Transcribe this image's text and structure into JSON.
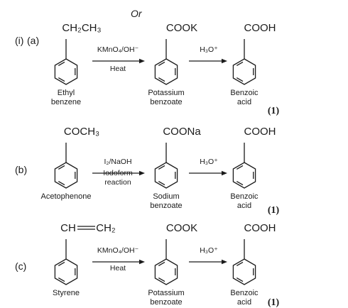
{
  "header": "Or",
  "part_label": "(i)",
  "reactions": [
    {
      "id": "a",
      "label": "(a)",
      "reactant": {
        "formula": "CH₂CH₃",
        "name": [
          "Ethyl",
          "benzene"
        ],
        "bond": "single"
      },
      "step1": {
        "reagent": "KMnO₄/OH⁻",
        "condition": [
          "Heat"
        ]
      },
      "intermediate": {
        "formula": "COOK",
        "name": [
          "Potassium",
          "benzoate"
        ]
      },
      "step2": {
        "reagent": "H₃O⁺"
      },
      "product": {
        "formula": "COOH",
        "name": [
          "Benzoic",
          "acid"
        ]
      },
      "mark": "(1)"
    },
    {
      "id": "b",
      "label": "(b)",
      "reactant": {
        "formula": "COCH₃",
        "name": [
          "Acetophenone"
        ],
        "bond": "single"
      },
      "step1": {
        "reagent": "I₂/NaOH",
        "condition": [
          "Iodoform",
          "reaction"
        ]
      },
      "intermediate": {
        "formula": "COONa",
        "name": [
          "Sodium",
          "benzoate"
        ]
      },
      "step2": {
        "reagent": "H₃O⁺"
      },
      "product": {
        "formula": "COOH",
        "name": [
          "Benzoic",
          "acid"
        ]
      },
      "mark": "(1)"
    },
    {
      "id": "c",
      "label": "(c)",
      "reactant": {
        "formula_left": "CH",
        "formula_right": "CH₂",
        "name": [
          "Styrene"
        ],
        "bond": "double"
      },
      "step1": {
        "reagent": "KMnO₄/OH⁻",
        "condition": [
          "Heat"
        ]
      },
      "intermediate": {
        "formula": "COOK",
        "name": [
          "Potassium",
          "benzoate"
        ]
      },
      "step2": {
        "reagent": "H₃O⁺"
      },
      "product": {
        "formula": "COOH",
        "name": [
          "Benzoic",
          "acid"
        ]
      },
      "mark": "(1)"
    }
  ]
}
